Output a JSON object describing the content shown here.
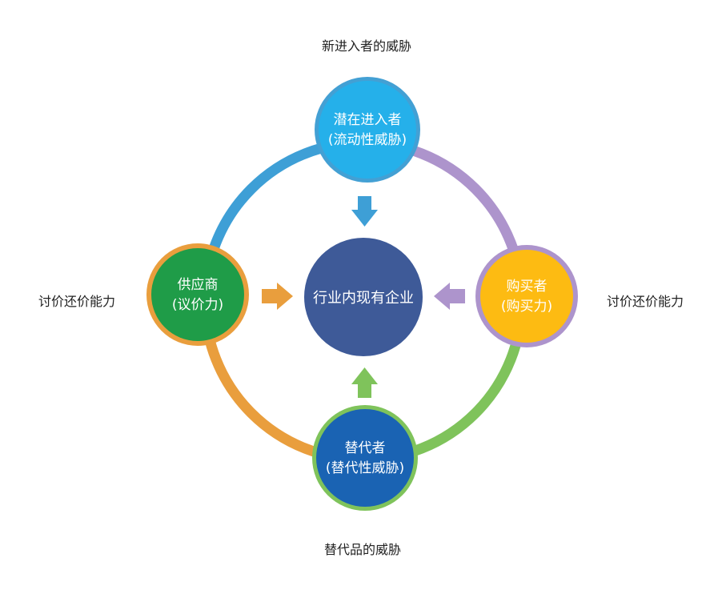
{
  "outer_labels": {
    "top": "新进入者的威胁",
    "bottom": "替代品的威胁",
    "left": "讨价还价能力",
    "right": "讨价还价能力"
  },
  "nodes": {
    "center": {
      "label": "行业内现有企业",
      "fill": "#3e5a98"
    },
    "top": {
      "line1": "潜在进入者",
      "line2": "(流动性威胁)",
      "fill": "#25b0ea",
      "ring": "#43a0d4"
    },
    "left": {
      "line1": "供应商",
      "line2": "(议价力)",
      "fill": "#1f9c48",
      "ring": "#e99e3d"
    },
    "right": {
      "line1": "购买者",
      "line2": "(购买力)",
      "fill": "#fdbb12",
      "ring": "#ad94cc"
    },
    "bottom": {
      "line1": "替代者",
      "line2": "(替代性威胁)",
      "fill": "#1a63b3",
      "ring": "#7fc35b"
    }
  },
  "colors": {
    "arc_top_left": "#3e9fd6",
    "arc_top_right": "#ad94cc",
    "arc_bottom_left": "#e99e3d",
    "arc_bottom_right": "#7fc35b",
    "arrow_top": "#3e9fd6",
    "arrow_left": "#e99e3d",
    "arrow_right": "#ad94cc",
    "arrow_bottom": "#7fc35b"
  }
}
